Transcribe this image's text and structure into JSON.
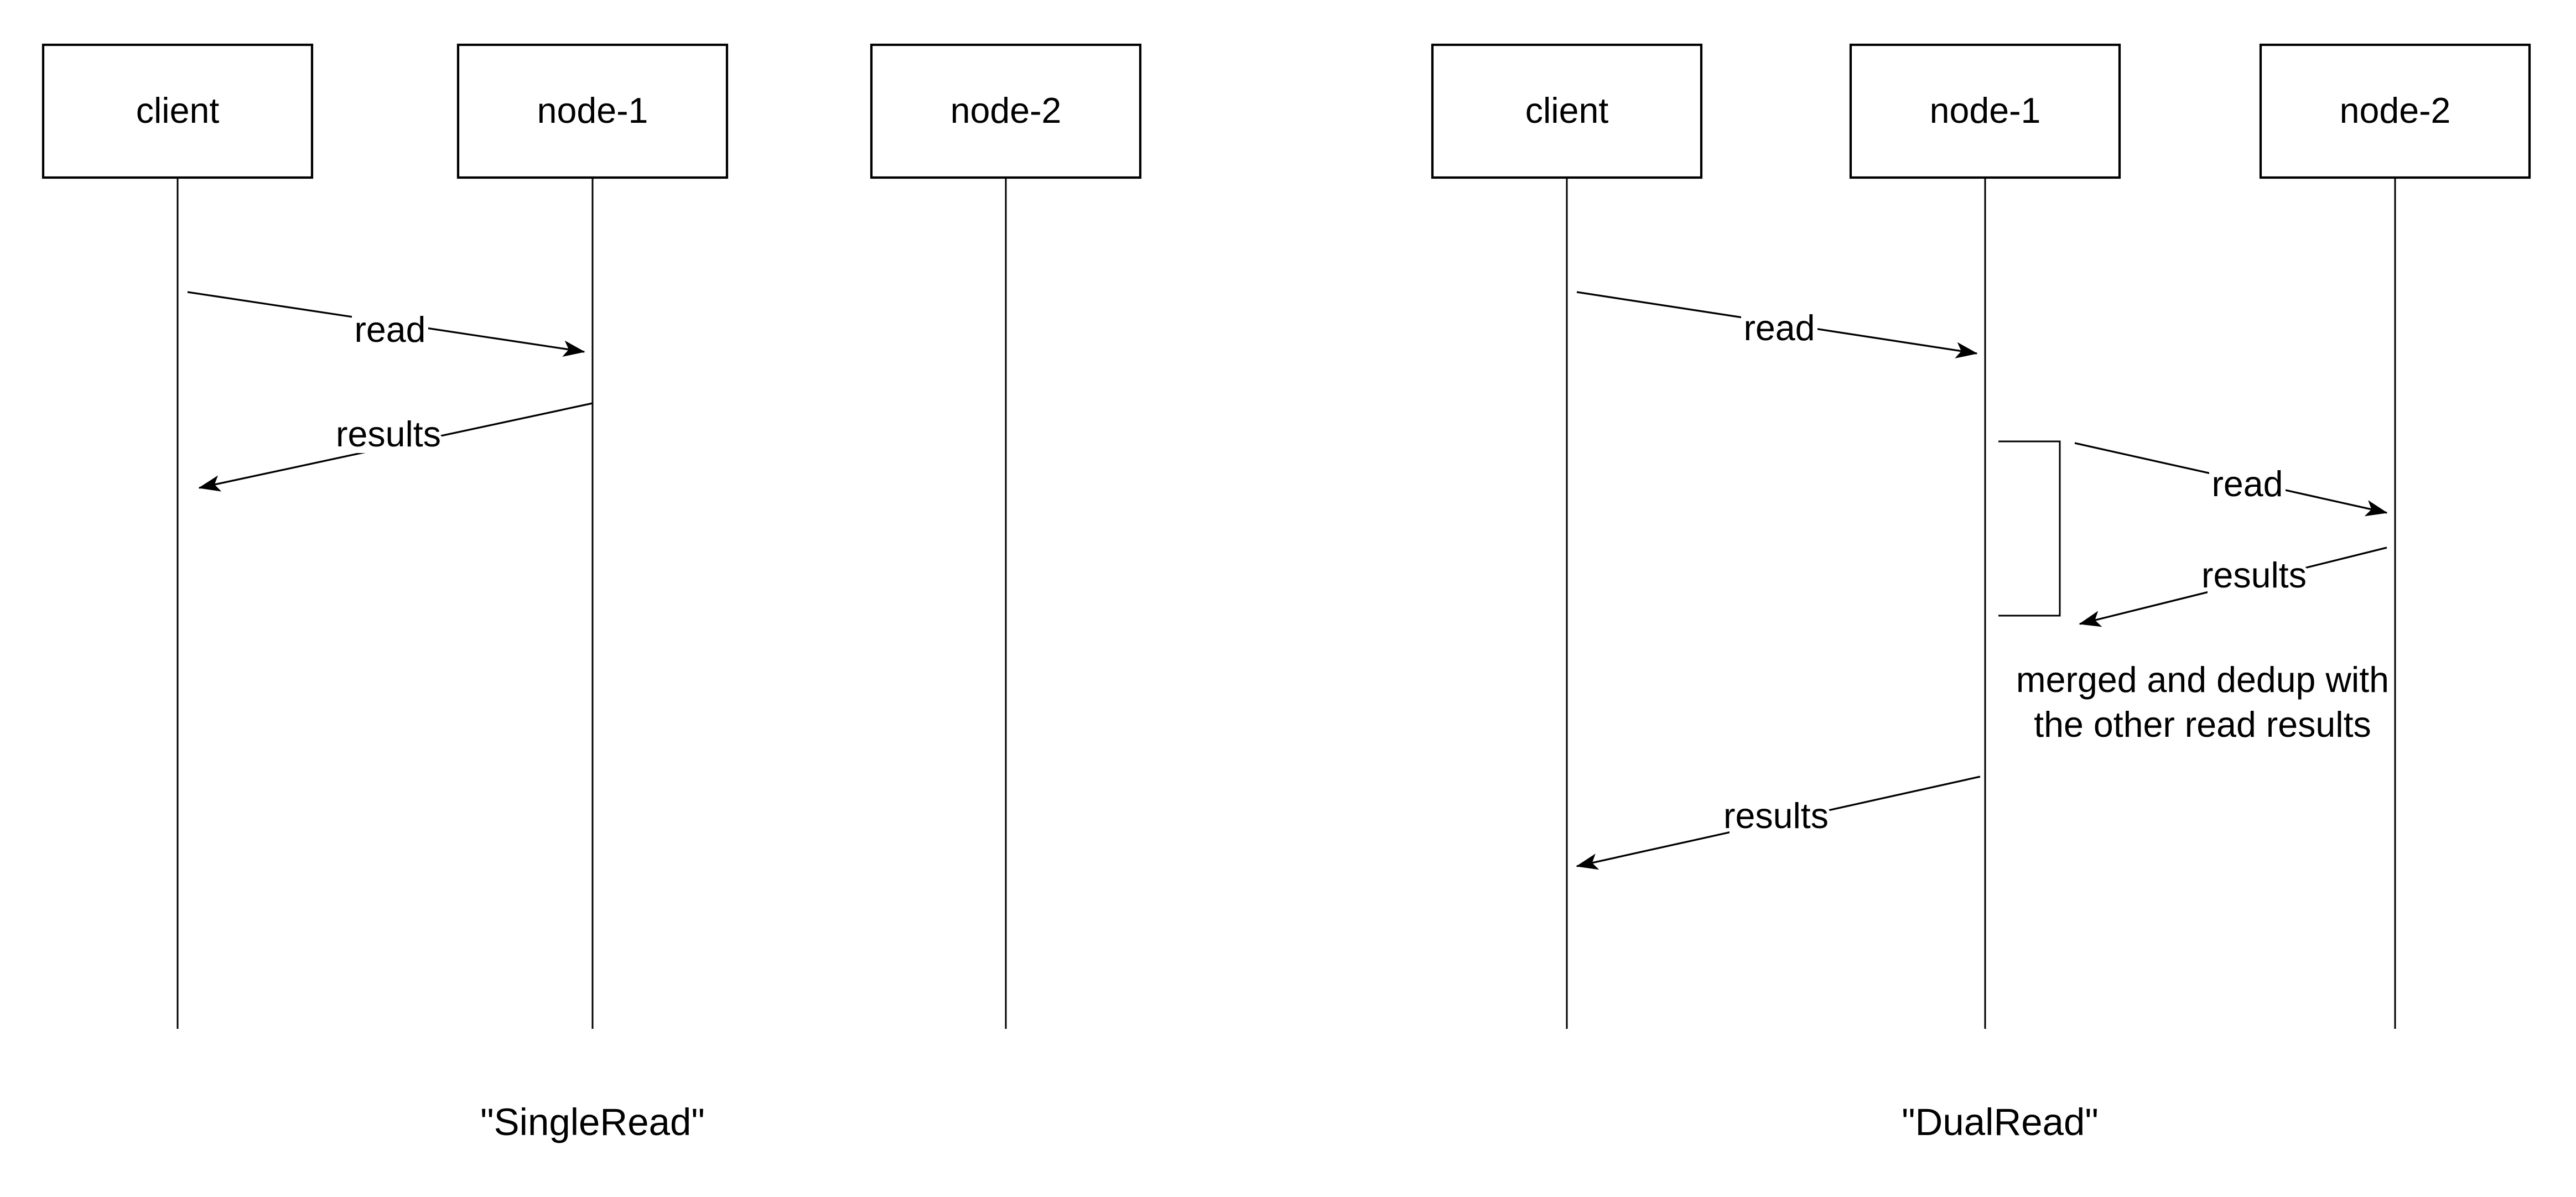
{
  "background_color": "#ffffff",
  "line_color": "#000000",
  "diagrams": [
    {
      "name": "SingleRead",
      "caption": "\"SingleRead\"",
      "actors": [
        {
          "label": "client"
        },
        {
          "label": "node-1"
        },
        {
          "label": "node-2"
        }
      ],
      "messages": [
        {
          "label": "read",
          "from": "client",
          "to": "node-1"
        },
        {
          "label": "results",
          "from": "node-1",
          "to": "client"
        }
      ]
    },
    {
      "name": "DualRead",
      "caption": "\"DualRead\"",
      "actors": [
        {
          "label": "client"
        },
        {
          "label": "node-1"
        },
        {
          "label": "node-2"
        }
      ],
      "messages": [
        {
          "label": "read",
          "from": "client",
          "to": "node-1"
        },
        {
          "label": "read",
          "from": "node-1",
          "to": "node-2"
        },
        {
          "label": "results",
          "from": "node-2",
          "to": "node-1"
        },
        {
          "label": "results",
          "from": "node-1",
          "to": "client"
        }
      ],
      "note_lines": [
        "merged and dedup with",
        "the other read results"
      ]
    }
  ]
}
